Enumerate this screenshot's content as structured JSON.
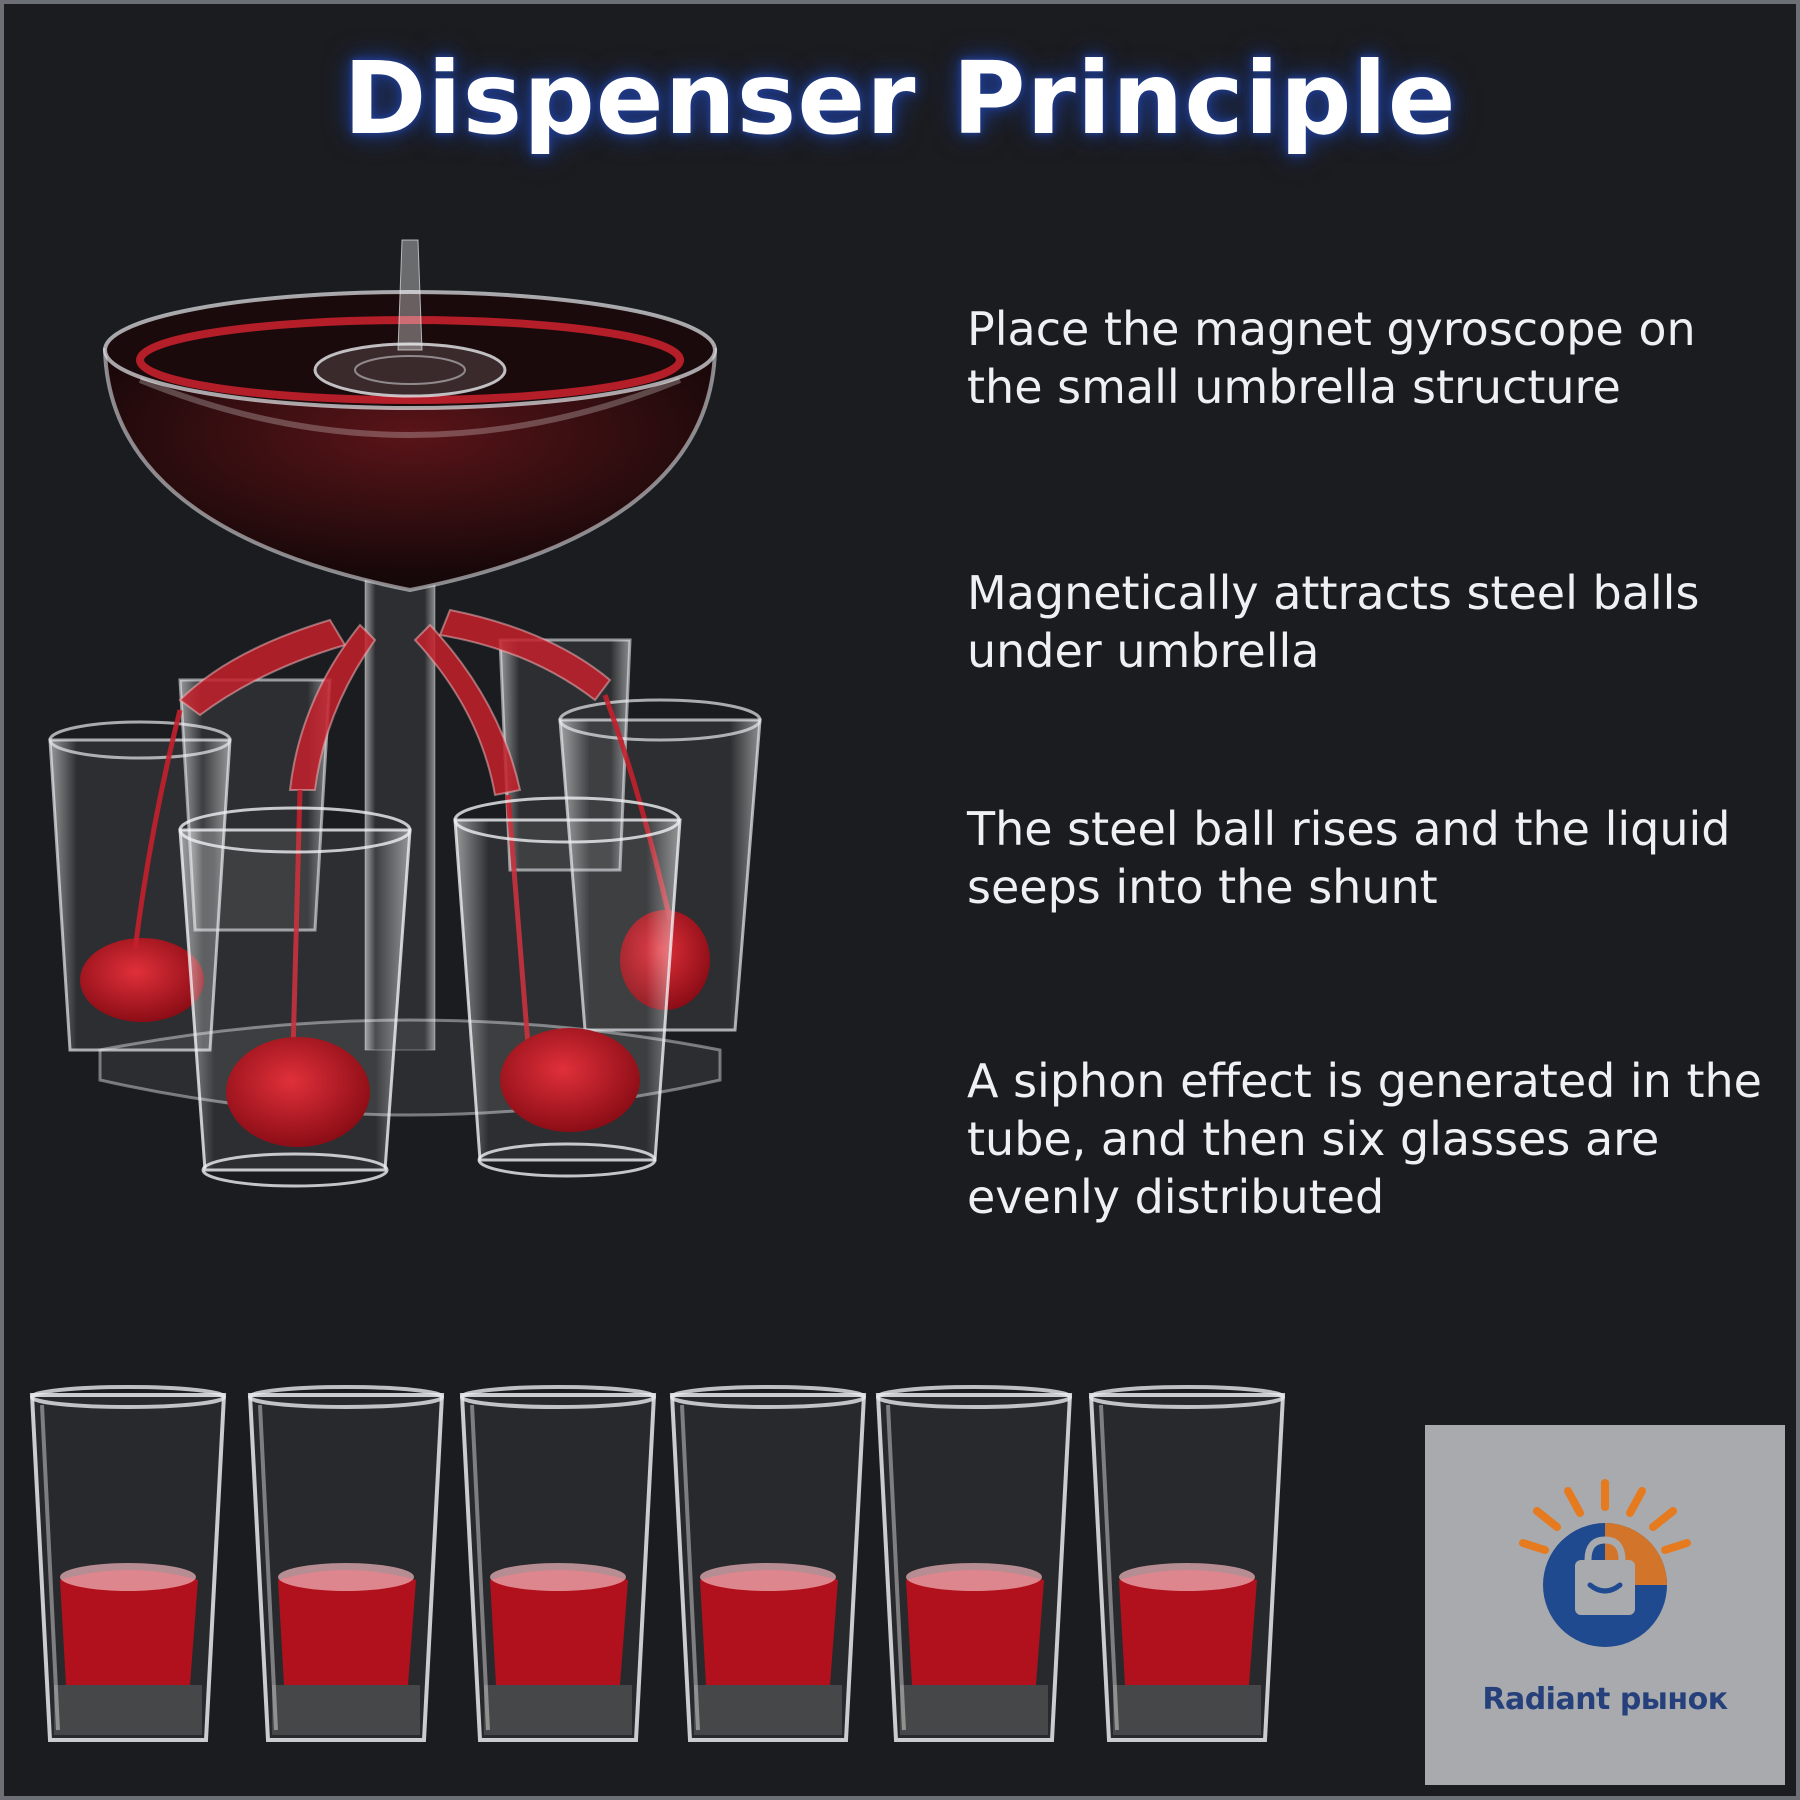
{
  "title": "Dispenser Principle",
  "steps": [
    "Place the magnet gyroscope on the small umbrella structure",
    "Magnetically attracts steel balls under umbrella",
    "The steel ball rises and the liquid seeps into the shunt",
    "A siphon effect is generated in the tube, and then six glasses are evenly distributed"
  ],
  "brand": "Radiant рынок",
  "colors": {
    "background": "#1b1c1f",
    "title_glow": "#1e3a8a",
    "liquid": "#b0111c",
    "logo_orange": "#e57a1f",
    "logo_blue": "#1f4a8f"
  },
  "glass_count": 6
}
